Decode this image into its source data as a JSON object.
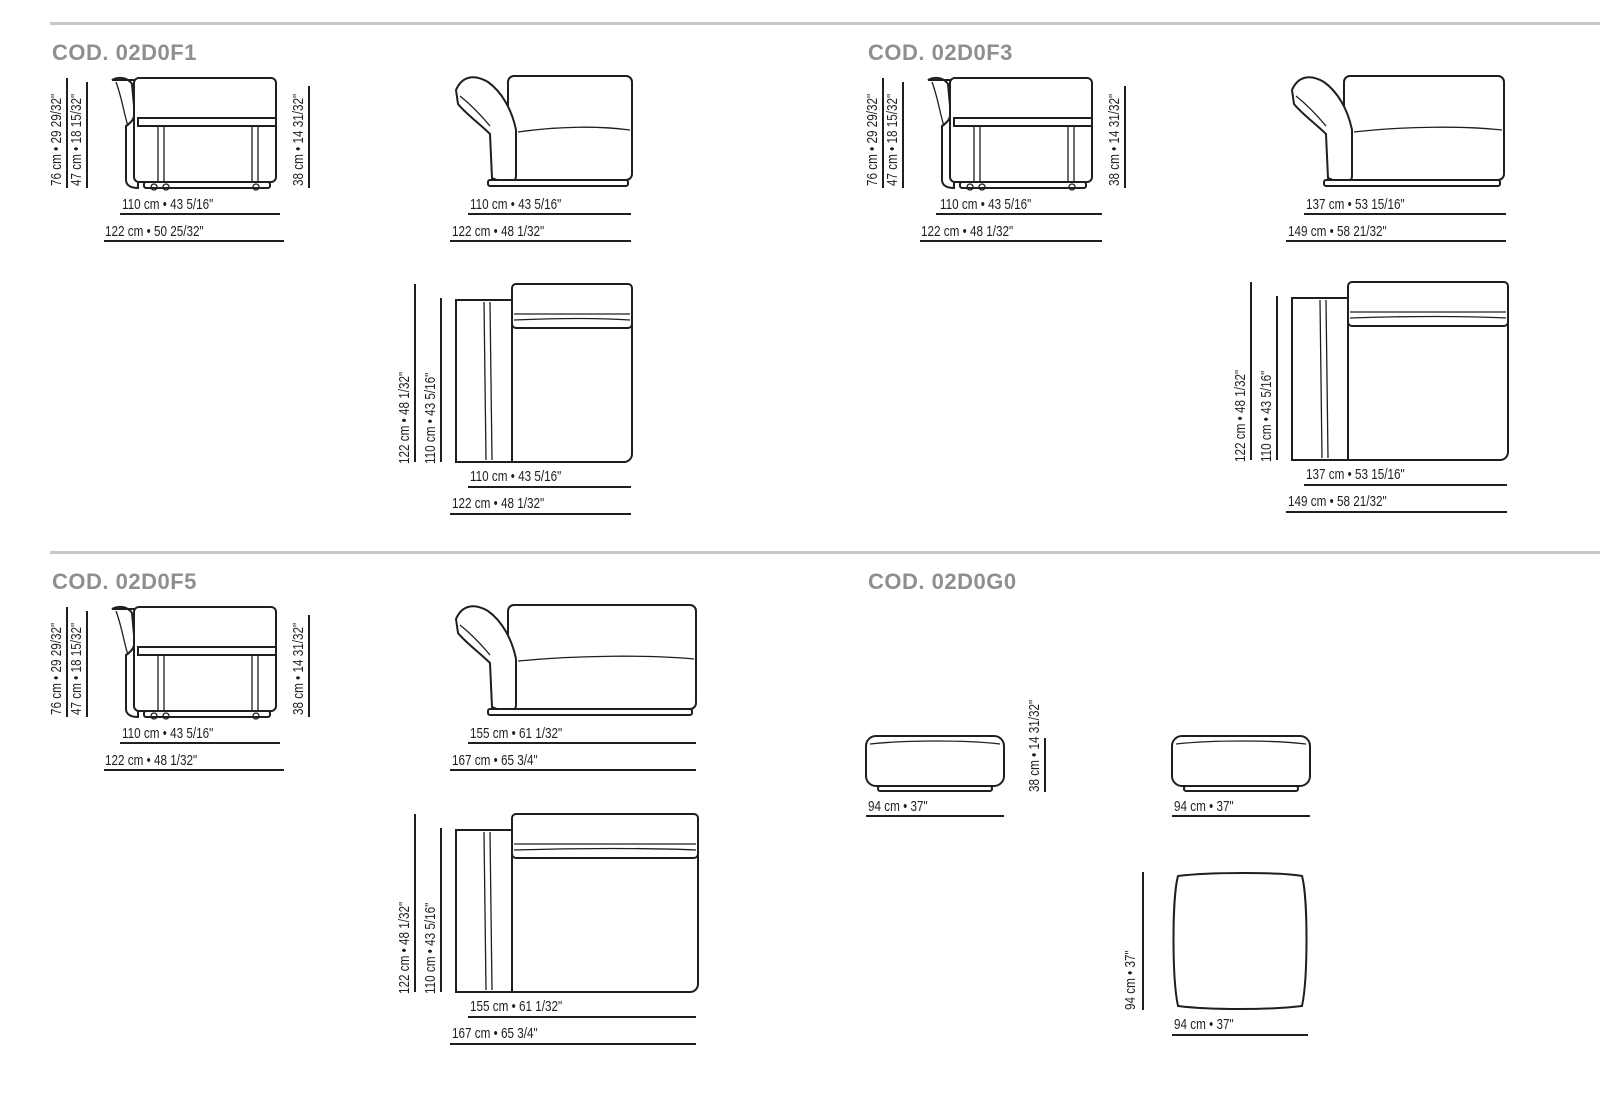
{
  "sections": [
    {
      "code": "COD. 02D0F1",
      "side_heights": [
        "76 cm • 29 29/32\"",
        "47 cm • 18 15/32\""
      ],
      "seat_height": "38 cm • 14 31/32\"",
      "side_widths": [
        "110 cm • 43 5/16\"",
        "122 cm • 50 25/32\""
      ],
      "front_widths": [
        "110 cm • 43 5/16\"",
        "122 cm • 48 1/32\""
      ],
      "plan_depths": [
        "122 cm • 48 1/32\"",
        "110 cm • 43 5/16\""
      ],
      "plan_widths": [
        "110 cm • 43 5/16\"",
        "122 cm • 48 1/32\""
      ]
    },
    {
      "code": "COD. 02D0F3",
      "side_heights": [
        "76 cm • 29 29/32\"",
        "47 cm • 18 15/32\""
      ],
      "seat_height": "38 cm • 14 31/32\"",
      "side_widths": [
        "110 cm • 43 5/16\"",
        "122 cm • 48 1/32\""
      ],
      "front_widths": [
        "137 cm • 53 15/16\"",
        "149 cm • 58 21/32\""
      ],
      "plan_depths": [
        "122 cm • 48 1/32\"",
        "110 cm • 43 5/16\""
      ],
      "plan_widths": [
        "137 cm • 53 15/16\"",
        "149 cm • 58 21/32\""
      ]
    },
    {
      "code": "COD. 02D0F5",
      "side_heights": [
        "76 cm • 29 29/32\"",
        "47 cm • 18 15/32\""
      ],
      "seat_height": "38 cm • 14 31/32\"",
      "side_widths": [
        "110 cm • 43 5/16\"",
        "122 cm • 48 1/32\""
      ],
      "front_widths": [
        "155 cm • 61 1/32\"",
        "167 cm • 65 3/4\""
      ],
      "plan_depths": [
        "122 cm • 48 1/32\"",
        "110 cm • 43 5/16\""
      ],
      "plan_widths": [
        "155 cm • 61 1/32\"",
        "167 cm • 65 3/4\""
      ]
    },
    {
      "code": "COD. 02D0G0",
      "pouf_height": "38 cm • 14 31/32\"",
      "pouf_side_width": "94 cm • 37\"",
      "pouf_front_width": "94 cm • 37\"",
      "pouf_plan_depth": "94 cm • 37\"",
      "pouf_plan_width": "94 cm • 37\""
    }
  ]
}
